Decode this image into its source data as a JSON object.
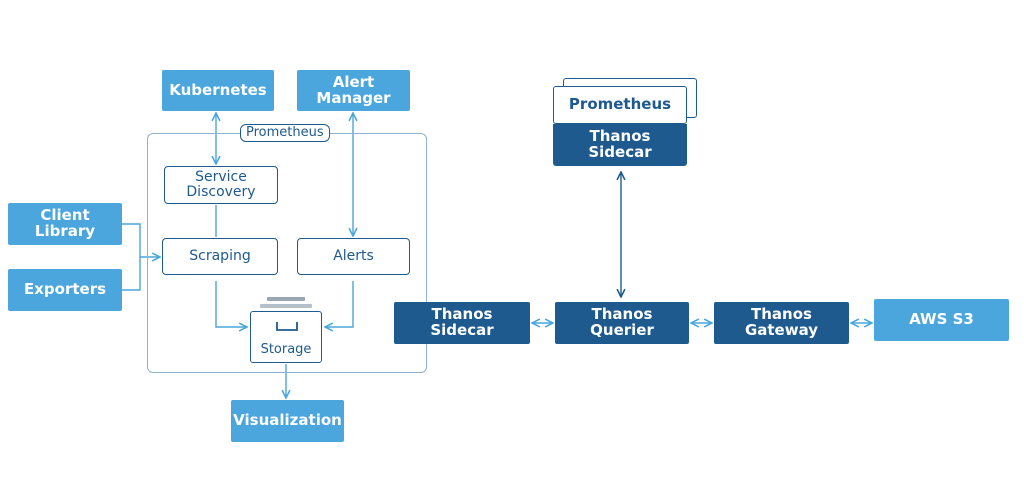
{
  "colors": {
    "light_blue": "#4aa6dc",
    "dark_blue": "#1f5a8e",
    "arrow": "#4aa6dc"
  },
  "region": {
    "label": "Prometheus"
  },
  "nodes": {
    "kubernetes": "Kubernetes",
    "alert_manager": "Alert\nManager",
    "client_library": "Client\nLibrary",
    "exporters": "Exporters",
    "service_discovery": "Service\nDiscovery",
    "scraping": "Scraping",
    "alerts": "Alerts",
    "storage": "Storage",
    "visualization": "Visualization",
    "prometheus_stack": "Prometheus",
    "thanos_sidecar_top": "Thanos\nSidecar",
    "thanos_sidecar_left": "Thanos\nSidecar",
    "thanos_querier": "Thanos\nQuerier",
    "thanos_gateway": "Thanos\nGateway",
    "aws_s3": "AWS S3"
  }
}
